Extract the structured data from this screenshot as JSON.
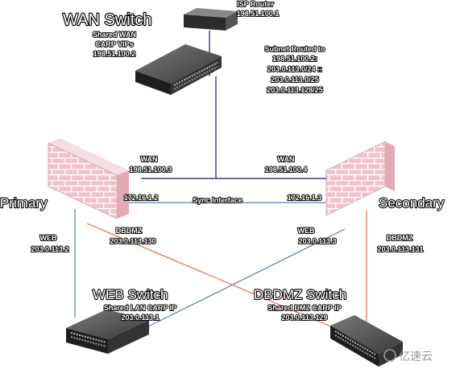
{
  "wan_switch": {
    "title": "WAN Switch",
    "caption_line1": "Shared WAN",
    "caption_line2": "CARP VIPs",
    "caption_line3": "198.51.100.2"
  },
  "isp_router": {
    "label": "ISP Router",
    "ip": "198.51.100.1"
  },
  "routed_subnets": {
    "line1": "Subnet Routed to",
    "line2": "198.51.100.2:",
    "line3": "203.0.113.0/24 ::",
    "line4": "203.0.113.0/25",
    "line5": "203.0.113.128/25"
  },
  "primary": {
    "title": "Primary",
    "wan_label": "WAN",
    "wan_ip": "198.51.100.3",
    "sync_ip": "172.16.1.2",
    "web_label": "WEB",
    "web_ip": "203.0.113.2",
    "dbdmz_label": "DBDMZ",
    "dbdmz_ip": "203.0.113.130"
  },
  "secondary": {
    "title": "Secondary",
    "wan_label": "WAN",
    "wan_ip": "198.51.100.4",
    "sync_ip": "172.16.1.3",
    "web_label": "WEB",
    "web_ip": "203.0.113.3",
    "dbdmz_label": "DBDMZ",
    "dbdmz_ip": "203.0.113.131"
  },
  "sync_interface": "Sync Interface",
  "web_switch": {
    "title": "WEB Switch",
    "caption_line1": "Shared LAN CARP IP",
    "caption_line2": "203.0.113.1"
  },
  "dbdmz_switch": {
    "title": "DBDMZ Switch",
    "caption_line1": "Shared DMZ CARP IP",
    "caption_line2": "203.0.113.129"
  },
  "watermark": "亿速云",
  "colors": {
    "wan_line": "#1a1a6e",
    "web_line": "#5a7fb0",
    "dbdmz_line": "#e07050",
    "firewall_brick": "#f2c2cc",
    "firewall_mortar": "#ffffff",
    "switch_body": "#2b2b2b"
  }
}
